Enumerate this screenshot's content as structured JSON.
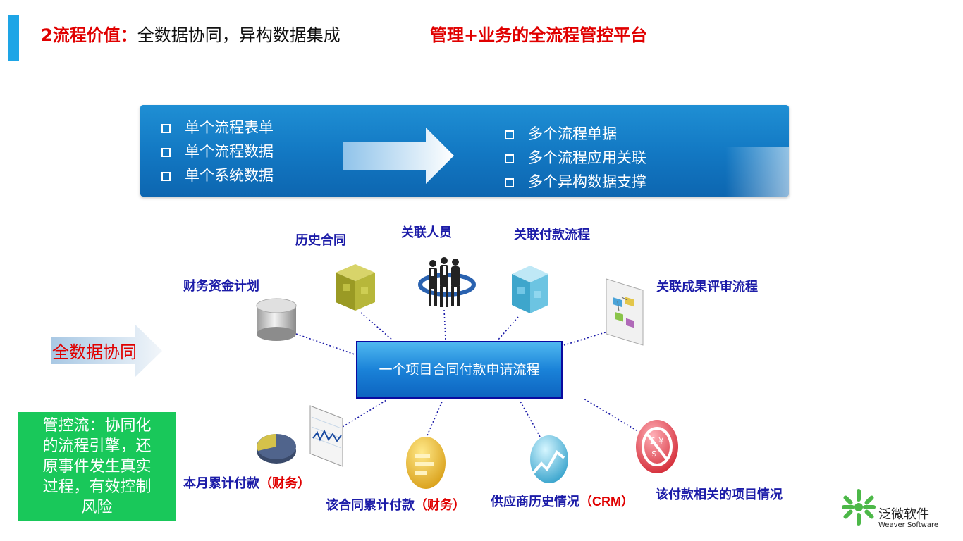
{
  "header": {
    "number": "2流程价值：",
    "main": "全数据协同，异构数据集成",
    "right": "管理+业务的全流程管控平台"
  },
  "banner": {
    "left_items": [
      "单个流程表单",
      "单个流程数据",
      "单个系统数据"
    ],
    "right_items": [
      "多个流程单据",
      "多个流程应用关联",
      "多个异构数据支撑"
    ]
  },
  "center": "一个项目合同付款申请流程",
  "left_arrow": "全数据协同",
  "nodes": {
    "finance_plan": "财务资金计划",
    "history_contract": "历史合同",
    "related_people": "关联人员",
    "related_payment": "关联付款流程",
    "related_review": "关联成果评审流程",
    "monthly_payment": "本月累计付款",
    "monthly_payment_tag": "（财务）",
    "contract_total": "该合同累计付款",
    "contract_total_tag": "（财务）",
    "supplier_history": "供应商历史情况",
    "supplier_history_tag": "（CRM）",
    "project_status": "该付款相关的项目情况"
  },
  "green_box": {
    "lines": [
      "管控流：协同化",
      "的流程引擎，还",
      "原事件发生真实",
      "过程，有效控制",
      "风险"
    ]
  },
  "logo": {
    "name": "泛微软件",
    "sub": "Weaver Software"
  },
  "colors": {
    "accent": "#1ea5e6",
    "red": "#e00000",
    "label_blue": "#1c1ca8",
    "green": "#19c85a"
  }
}
